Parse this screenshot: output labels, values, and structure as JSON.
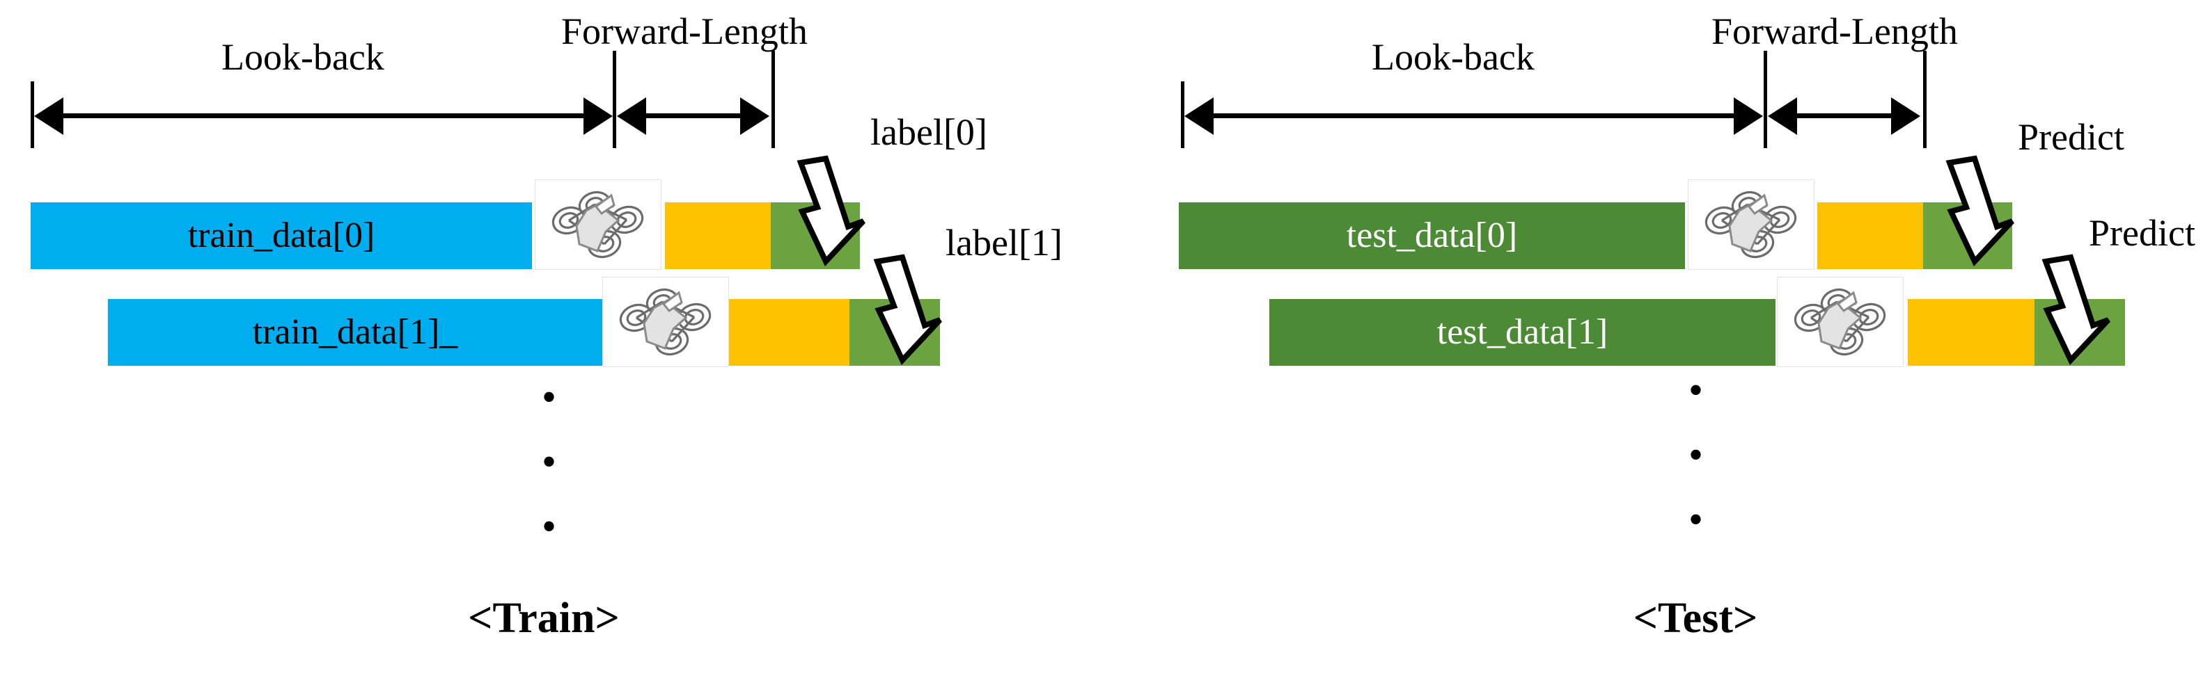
{
  "diagram": {
    "title_hidden": "Train and Test windowing diagram",
    "colors": {
      "blue": "#00ADEF",
      "dark_green": "#4C8A35",
      "yellow": "#FDC300",
      "light_green": "#6AA340",
      "black": "#000000",
      "white": "#FFFFFF"
    },
    "panels": [
      {
        "id": "train",
        "caption": "<Train>",
        "ruler": {
          "lookback_label": "Look-back",
          "forward_label": "Forward-Length"
        },
        "rows": [
          {
            "data_label": "train_data[0]",
            "annotation": "label[0]",
            "icon": "drone-icon"
          },
          {
            "data_label": "train_data[1]_",
            "annotation": "label[1]",
            "icon": "drone-icon"
          }
        ],
        "ellipsis": [
          "•",
          "•",
          "•"
        ]
      },
      {
        "id": "test",
        "caption": "<Test>",
        "ruler": {
          "lookback_label": "Look-back",
          "forward_label": "Forward-Length"
        },
        "rows": [
          {
            "data_label": "test_data[0]",
            "annotation": "Predict",
            "icon": "drone-icon"
          },
          {
            "data_label": "test_data[1]",
            "annotation": "Predict",
            "icon": "drone-icon"
          }
        ],
        "ellipsis": [
          "•",
          "•",
          "•"
        ]
      }
    ]
  }
}
